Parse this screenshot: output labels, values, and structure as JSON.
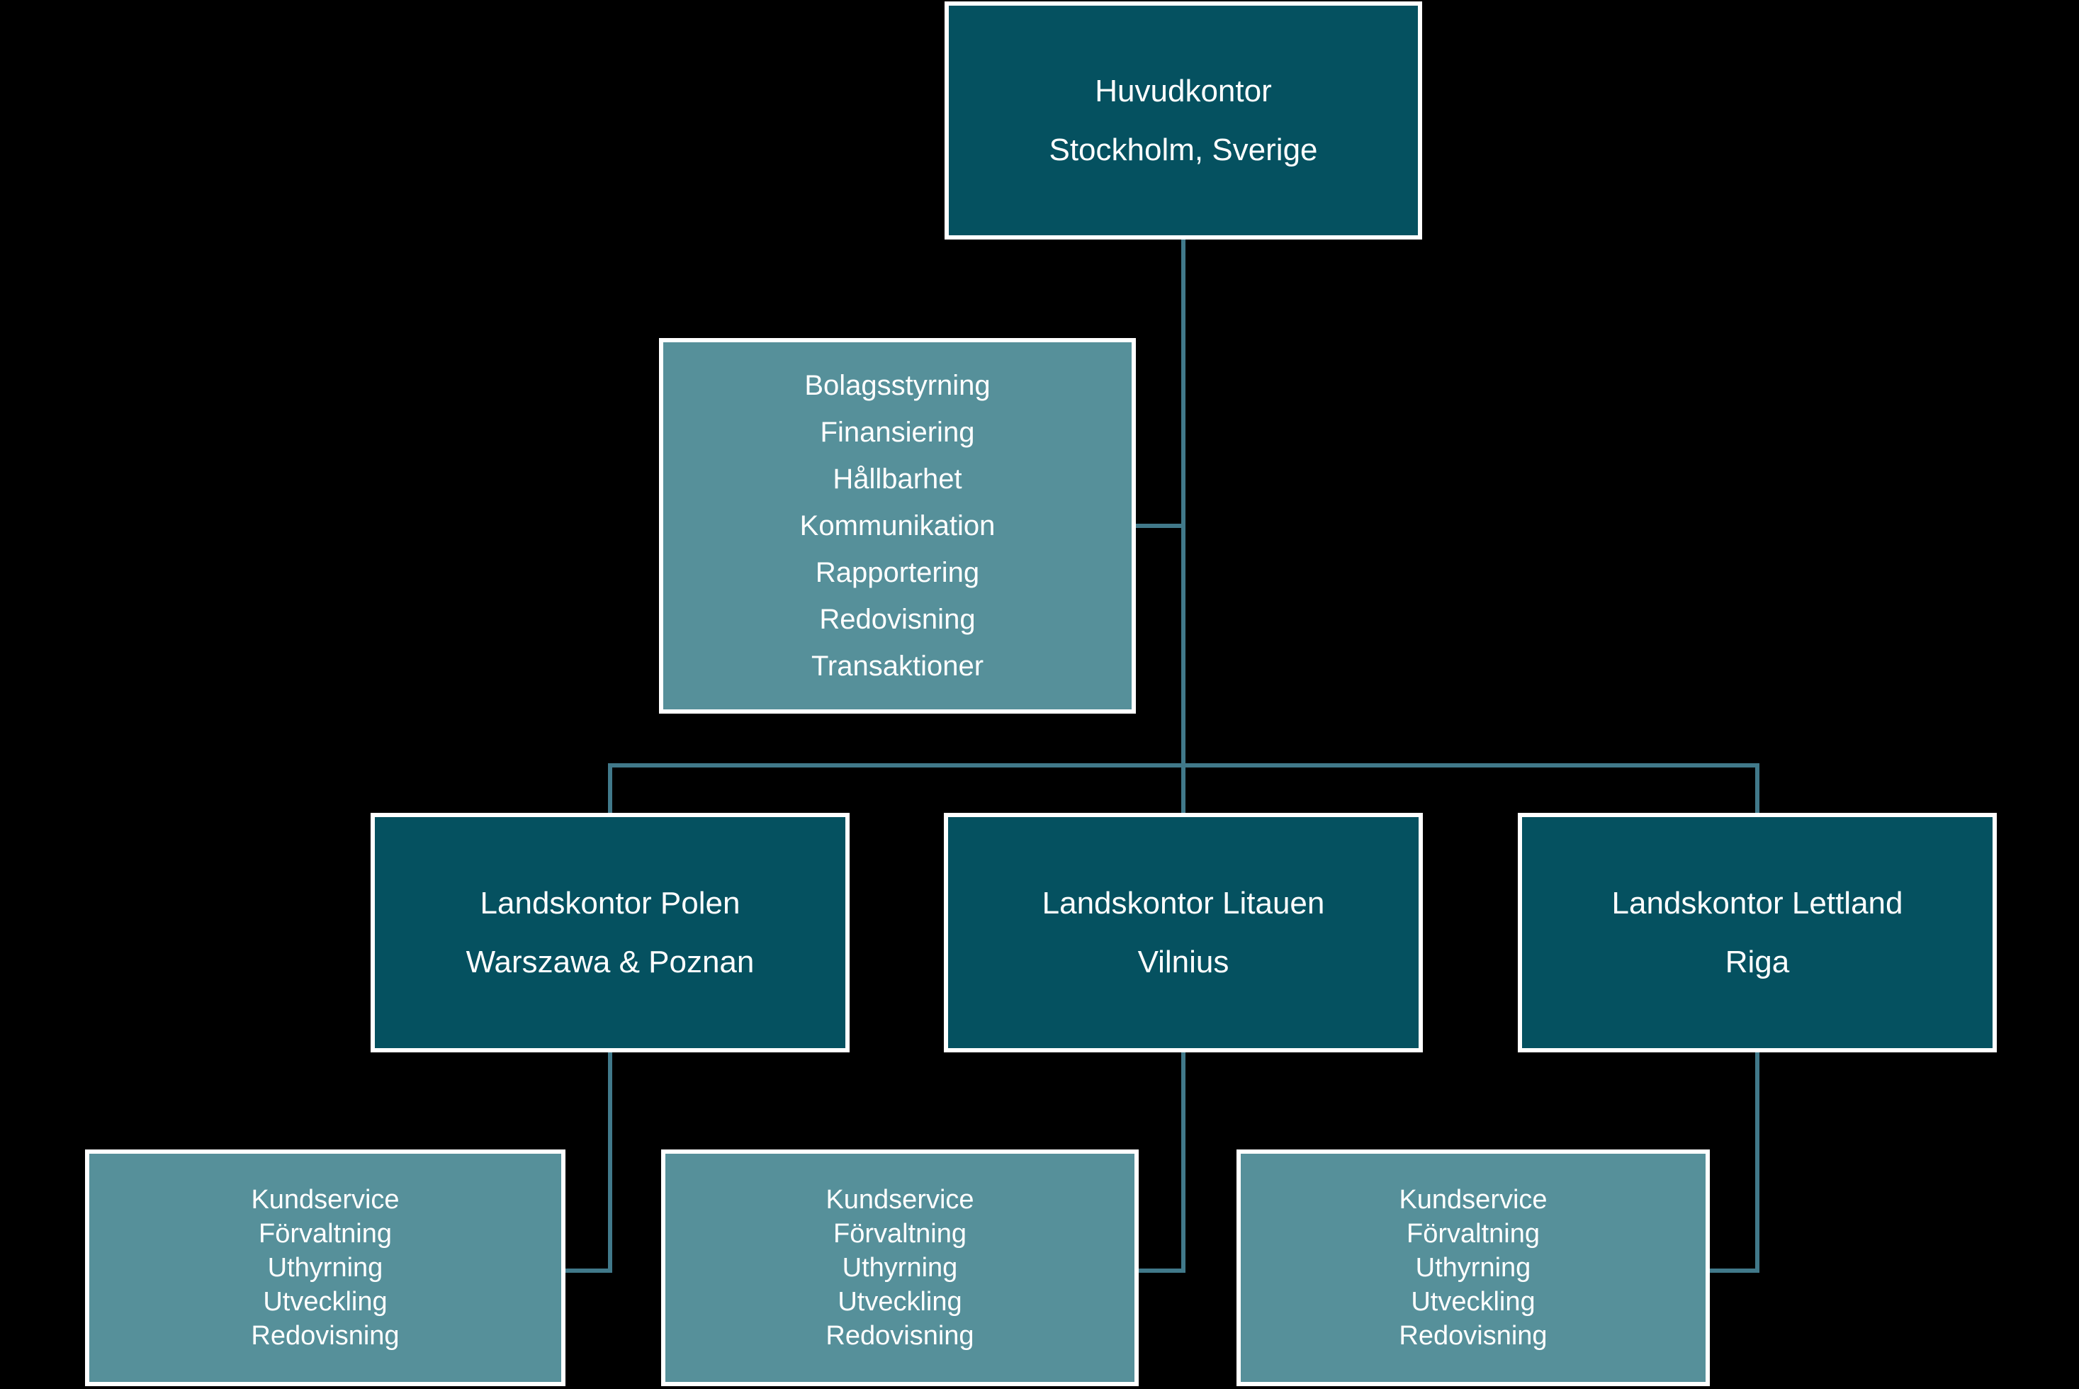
{
  "colors": {
    "background": "#000000",
    "box_dark": "#055160",
    "box_light": "#56909a",
    "line": "#41798a",
    "border": "#ffffff",
    "text": "#ffffff"
  },
  "org_chart": {
    "headquarters": {
      "title": "Huvudkontor",
      "location": "Stockholm, Sverige"
    },
    "staff_functions": {
      "items": [
        "Bolagsstyrning",
        "Finansiering",
        "Hållbarhet",
        "Kommunikation",
        "Rapportering",
        "Redovisning",
        "Transaktioner"
      ]
    },
    "country_offices": [
      {
        "title": "Landskontor Polen",
        "location": "Warszawa & Poznan"
      },
      {
        "title": "Landskontor Litauen",
        "location": "Vilnius"
      },
      {
        "title": "Landskontor Lettland",
        "location": "Riga"
      }
    ],
    "operations": [
      {
        "items": [
          "Kundservice",
          "Förvaltning",
          "Uthyrning",
          "Utveckling",
          "Redovisning"
        ]
      },
      {
        "items": [
          "Kundservice",
          "Förvaltning",
          "Uthyrning",
          "Utveckling",
          "Redovisning"
        ]
      },
      {
        "items": [
          "Kundservice",
          "Förvaltning",
          "Uthyrning",
          "Utveckling",
          "Redovisning"
        ]
      }
    ]
  }
}
